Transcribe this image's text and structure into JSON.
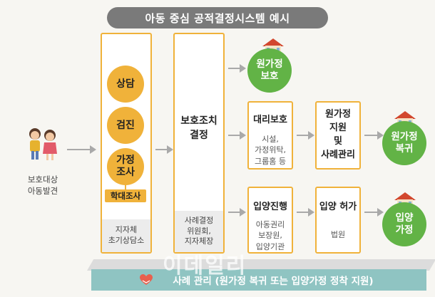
{
  "title": "아동 중심 공적결정시스템 예시",
  "left": {
    "label_line1": "보호대상",
    "label_line2": "아동발견"
  },
  "col1": {
    "circles": [
      "상담",
      "검진",
      "가정\n조사"
    ],
    "tag": "학대조사",
    "foot_line1": "지자체",
    "foot_line2": "초기상담소"
  },
  "col2": {
    "label_line1": "보호조치",
    "label_line2": "결정",
    "foot_line1": "사례결정",
    "foot_line2": "위원회,",
    "foot_line3": "지자체장"
  },
  "proxy": {
    "title": "대리보호",
    "desc_line1": "시설,",
    "desc_line2": "가정위탁,",
    "desc_line3": "그룹홈 등"
  },
  "adoption": {
    "title": "입양진행",
    "desc_line1": "아동권리",
    "desc_line2": "보장원,",
    "desc_line3": "입양기관"
  },
  "support": {
    "line1": "원가정",
    "line2": "지원",
    "line3": "및",
    "line4": "사례관리"
  },
  "permit": {
    "title": "입양 허가",
    "desc": "법원"
  },
  "outcomes": {
    "top_line1": "원가정",
    "top_line2": "보호",
    "mid_line1": "원가정",
    "mid_line2": "복귀",
    "bot_line1": "입양",
    "bot_line2": "가정"
  },
  "band": "사례 관리 (원가정 복귀 또는 입양가정 정착 지원)",
  "watermark": "이데일리",
  "colors": {
    "orange": "#f0b23a",
    "green": "#62b346",
    "teal": "#8fc4c2",
    "gray": "#7a7a7a"
  }
}
